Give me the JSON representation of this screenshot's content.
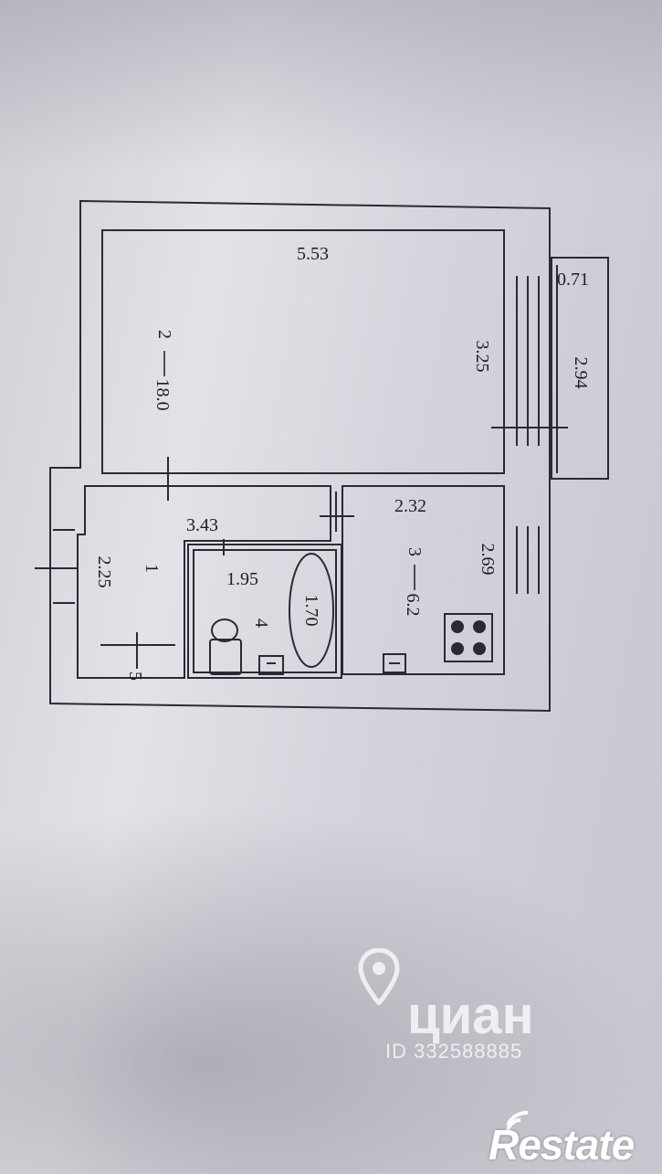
{
  "plan": {
    "rooms": [
      {
        "number": "2",
        "area": "18.0",
        "dim_length": "5.53",
        "dim_width": "3.25"
      },
      {
        "number": "1",
        "dim_length": "3.43",
        "dim_width": "2.25",
        "dim_extra": "5"
      },
      {
        "number": "3",
        "area": "6.2",
        "dim_length": "2.32",
        "dim_width": "2.69"
      },
      {
        "number": "4",
        "dim_length": "1.95",
        "dim_width": "1.70"
      }
    ],
    "balcony": {
      "dim_depth": "0.71",
      "dim_length": "2.94"
    }
  },
  "watermark": {
    "brand": "циан",
    "listing_id": "ID 332588885"
  },
  "logo": {
    "text": "Restate"
  },
  "colors": {
    "wall_line": "#2a2a35",
    "paper": "#e2e2e8",
    "logo": "#ffffff"
  }
}
